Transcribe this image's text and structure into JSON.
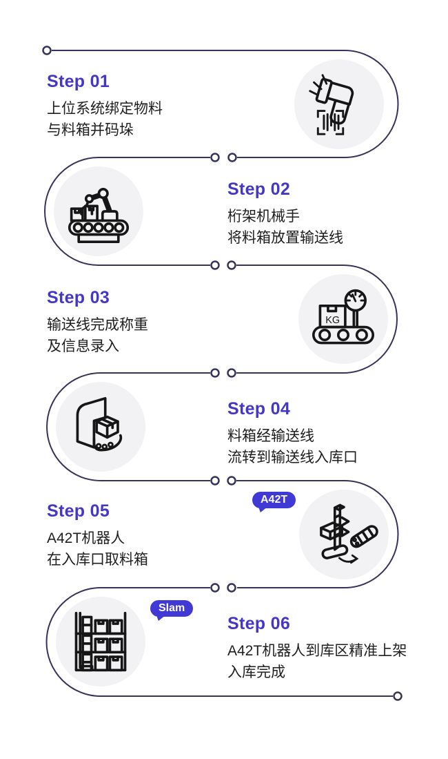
{
  "colors": {
    "accent_step_label": "#4437c8",
    "badge_blue": "#4139d6",
    "connector_line": "#35335c",
    "icon_disc_gray": "#f2f2f4",
    "body_text": "#1e1e1e"
  },
  "steps": [
    {
      "label": "Step 01",
      "lines": [
        "上位系统绑定物料",
        "与料箱并码垛"
      ],
      "icon": "barcode-scanner"
    },
    {
      "label": "Step 02",
      "lines": [
        "桁架机械手",
        "将料箱放置输送线"
      ],
      "icon": "gantry-robot-arm-conveyor"
    },
    {
      "label": "Step 03",
      "lines": [
        "输送线完成称重",
        "及信息录入"
      ],
      "icon": "weighing-scale-conveyor"
    },
    {
      "label": "Step 04",
      "lines": [
        "料箱经输送线",
        "流转到输送线入库口"
      ],
      "icon": "conveyor-gate"
    },
    {
      "label": "Step 05",
      "lines": [
        "A42T机器人",
        "在入库口取料箱"
      ],
      "icon": "a42t-robot-picking",
      "badge": "A42T"
    },
    {
      "label": "Step 06",
      "lines": [
        "A42T机器人到库区精准上架",
        "入库完成"
      ],
      "icon": "storage-rack",
      "badge": "Slam"
    }
  ],
  "icon_text": {
    "kg": "KG"
  }
}
